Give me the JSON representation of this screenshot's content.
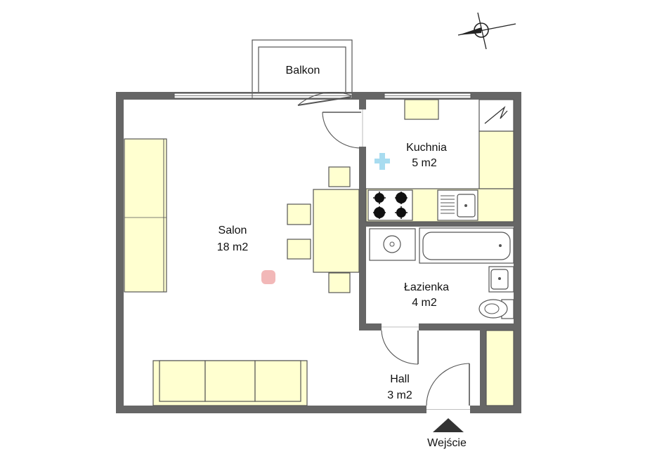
{
  "rooms": {
    "balkon": {
      "name": "Balkon"
    },
    "salon": {
      "name": "Salon",
      "area": "18 m2"
    },
    "kuchnia": {
      "name": "Kuchnia",
      "area": "5 m2"
    },
    "lazienka": {
      "name": "Łazienka",
      "area": "4 m2"
    },
    "hall": {
      "name": "Hall",
      "area": "3 m2"
    }
  },
  "entrance": {
    "label": "Wejście"
  },
  "icons": {
    "compass": "compass-rose-icon",
    "entrance": "entrance-arrow-icon"
  },
  "colors": {
    "wall": "#666666",
    "furniture": "#ffffd0",
    "stroke": "#555555",
    "accent_plus": "#a8dcf0",
    "accent_dot": "#f2b8b8"
  }
}
